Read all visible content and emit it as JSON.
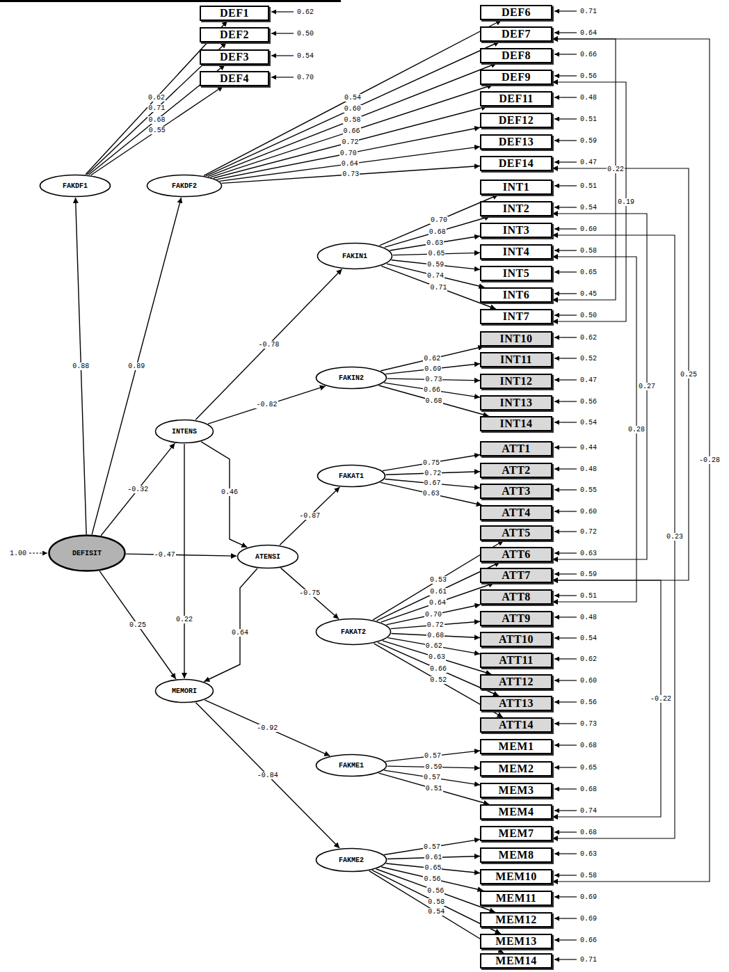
{
  "diagram": {
    "nodes": [
      {
        "text": [
          "DEF1"
        ]
      },
      {
        "text": [
          "DEF2"
        ]
      },
      {
        "text": [
          "DEF3"
        ]
      },
      {
        "text": [
          "DEF4"
        ]
      },
      {
        "text": [
          "DEF6"
        ]
      },
      {
        "text": [
          "DEF7"
        ]
      },
      {
        "text": [
          "DEF8"
        ]
      },
      {
        "text": [
          "DEF9"
        ]
      },
      {
        "text": [
          "DEF11"
        ]
      },
      {
        "text": [
          "DEF12"
        ]
      },
      {
        "text": [
          "DEF13"
        ]
      },
      {
        "text": [
          "DEF14"
        ]
      },
      {
        "text": [
          "INT1"
        ]
      },
      {
        "text": [
          "INT2"
        ]
      },
      {
        "text": [
          "INT3"
        ]
      },
      {
        "text": [
          "INT4"
        ]
      },
      {
        "text": [
          "INT5"
        ]
      },
      {
        "text": [
          "INT6"
        ]
      },
      {
        "text": [
          "INT7"
        ]
      },
      {
        "text": [
          "INT10"
        ]
      },
      {
        "text": [
          "INT11"
        ]
      },
      {
        "text": [
          "INT12"
        ]
      },
      {
        "text": [
          "INT13"
        ]
      },
      {
        "text": [
          "INT14"
        ]
      },
      {
        "text": [
          "ATT1"
        ]
      },
      {
        "text": [
          "ATT2"
        ]
      },
      {
        "text": [
          "ATT3"
        ]
      },
      {
        "text": [
          "ATT4"
        ]
      },
      {
        "text": [
          "ATT5"
        ]
      },
      {
        "text": [
          "ATT6"
        ]
      },
      {
        "text": [
          "ATT7"
        ]
      },
      {
        "text": [
          "ATT8"
        ]
      },
      {
        "text": [
          "ATT9"
        ]
      },
      {
        "text": [
          "ATT10"
        ]
      },
      {
        "text": [
          "ATT11"
        ]
      },
      {
        "text": [
          "ATT12"
        ]
      },
      {
        "text": [
          "ATT13"
        ]
      },
      {
        "text": [
          "ATT14"
        ]
      },
      {
        "text": [
          "MEM1"
        ]
      },
      {
        "text": [
          "MEM2"
        ]
      },
      {
        "text": [
          "MEM3"
        ]
      },
      {
        "text": [
          "MEM4"
        ]
      },
      {
        "text": [
          "MEM7"
        ]
      },
      {
        "text": [
          "MEM8"
        ]
      },
      {
        "text": [
          "MEM10"
        ]
      },
      {
        "text": [
          "MEM11"
        ]
      },
      {
        "text": [
          "MEM12"
        ]
      },
      {
        "text": [
          "MEM13"
        ]
      },
      {
        "text": [
          "MEM14"
        ]
      },
      {
        "text": [
          "FAKDF1"
        ]
      },
      {
        "text": [
          "FAKDF2"
        ]
      },
      {
        "text": [
          "FAKIN1"
        ]
      },
      {
        "text": [
          "FAKIN2"
        ]
      },
      {
        "text": [
          "INTENS"
        ]
      },
      {
        "text": [
          "FAKAT1"
        ]
      },
      {
        "text": [
          "ATENSI"
        ]
      },
      {
        "text": [
          "FAKAT2"
        ]
      },
      {
        "text": [
          "DEFISIT"
        ]
      },
      {
        "text": [
          "MEMORI"
        ]
      },
      {
        "text": [
          "FAKME1"
        ]
      },
      {
        "text": [
          "FAKME2"
        ]
      }
    ],
    "edges": [
      {
        "from": 57,
        "to": 49,
        "arrow": "to",
        "label": "0.88"
      },
      {
        "from": 57,
        "to": 50,
        "arrow": "to",
        "label": "0.89"
      },
      {
        "from": 57,
        "to": 53,
        "arrow": "to",
        "label": "-0.32"
      },
      {
        "from": 57,
        "to": 55,
        "arrow": "to",
        "label": "-0.47"
      },
      {
        "from": 57,
        "to": 58,
        "arrow": "to",
        "label": "0.25"
      },
      {
        "from": 53,
        "to": 51,
        "arrow": "to",
        "label": "-0.78"
      },
      {
        "from": 53,
        "to": 52,
        "arrow": "to",
        "label": "-0.82"
      },
      {
        "from": 53,
        "to": 55,
        "arrow": "to",
        "label": "0.46"
      },
      {
        "from": 53,
        "to": 58,
        "arrow": "to",
        "label": "0.22"
      },
      {
        "from": 55,
        "to": 58,
        "arrow": "to",
        "label": "0.64"
      },
      {
        "from": 55,
        "to": 54,
        "arrow": "to",
        "label": "-0.87"
      },
      {
        "from": 55,
        "to": 56,
        "arrow": "to",
        "label": "-0.75"
      },
      {
        "from": 58,
        "to": 59,
        "arrow": "to",
        "label": "-0.92"
      },
      {
        "from": 58,
        "to": 60,
        "arrow": "to",
        "label": "-0.84"
      },
      {
        "from": 49,
        "to": 0,
        "arrow": "to",
        "label": "0.62"
      },
      {
        "from": 49,
        "to": 1,
        "arrow": "to",
        "label": "0.71"
      },
      {
        "from": 49,
        "to": 2,
        "arrow": "to",
        "label": "0.68"
      },
      {
        "from": 49,
        "to": 3,
        "arrow": "to",
        "label": "0.55"
      },
      {
        "from": 50,
        "to": 4,
        "arrow": "to",
        "label": "0.54"
      },
      {
        "from": 50,
        "to": 5,
        "arrow": "to",
        "label": "0.60"
      },
      {
        "from": 50,
        "to": 6,
        "arrow": "to",
        "label": "0.58"
      },
      {
        "from": 50,
        "to": 7,
        "arrow": "to",
        "label": "0.66"
      },
      {
        "from": 50,
        "to": 8,
        "arrow": "to",
        "label": "0.72"
      },
      {
        "from": 50,
        "to": 9,
        "arrow": "to",
        "label": "0.70"
      },
      {
        "from": 50,
        "to": 10,
        "arrow": "to",
        "label": "0.64"
      },
      {
        "from": 50,
        "to": 11,
        "arrow": "to",
        "label": "0.73"
      },
      {
        "from": 51,
        "to": 12,
        "arrow": "to",
        "label": "0.70"
      },
      {
        "from": 51,
        "to": 13,
        "arrow": "to",
        "label": "0.68"
      },
      {
        "from": 51,
        "to": 14,
        "arrow": "to",
        "label": "0.63"
      },
      {
        "from": 51,
        "to": 15,
        "arrow": "to",
        "label": "0.65"
      },
      {
        "from": 51,
        "to": 16,
        "arrow": "to",
        "label": "0.59"
      },
      {
        "from": 51,
        "to": 17,
        "arrow": "to",
        "label": "0.74"
      },
      {
        "from": 51,
        "to": 18,
        "arrow": "to",
        "label": "0.71"
      },
      {
        "from": 52,
        "to": 19,
        "arrow": "to",
        "label": "0.62"
      },
      {
        "from": 52,
        "to": 20,
        "arrow": "to",
        "label": "0.69"
      },
      {
        "from": 52,
        "to": 21,
        "arrow": "to",
        "label": "0.73"
      },
      {
        "from": 52,
        "to": 22,
        "arrow": "to",
        "label": "0.66"
      },
      {
        "from": 52,
        "to": 23,
        "arrow": "to",
        "label": "0.68"
      },
      {
        "from": 54,
        "to": 24,
        "arrow": "to",
        "label": "0.75"
      },
      {
        "from": 54,
        "to": 25,
        "arrow": "to",
        "label": "0.72"
      },
      {
        "from": 54,
        "to": 26,
        "arrow": "to",
        "label": "0.67"
      },
      {
        "from": 54,
        "to": 27,
        "arrow": "to",
        "label": "0.63"
      },
      {
        "from": 56,
        "to": 28,
        "arrow": "to",
        "label": "0.53"
      },
      {
        "from": 56,
        "to": 29,
        "arrow": "to",
        "label": "0.61"
      },
      {
        "from": 56,
        "to": 30,
        "arrow": "to",
        "label": "0.64"
      },
      {
        "from": 56,
        "to": 31,
        "arrow": "to",
        "label": "0.70"
      },
      {
        "from": 56,
        "to": 32,
        "arrow": "to",
        "label": "0.72"
      },
      {
        "from": 56,
        "to": 33,
        "arrow": "to",
        "label": "0.68"
      },
      {
        "from": 56,
        "to": 34,
        "arrow": "to",
        "label": "0.62"
      },
      {
        "from": 56,
        "to": 35,
        "arrow": "to",
        "label": "0.63"
      },
      {
        "from": 56,
        "to": 36,
        "arrow": "to",
        "label": "0.66"
      },
      {
        "from": 56,
        "to": 37,
        "arrow": "to",
        "label": "0.52"
      },
      {
        "from": 59,
        "to": 38,
        "arrow": "to",
        "label": "0.57"
      },
      {
        "from": 59,
        "to": 39,
        "arrow": "to",
        "label": "0.59"
      },
      {
        "from": 59,
        "to": 40,
        "arrow": "to",
        "label": "0.57"
      },
      {
        "from": 59,
        "to": 41,
        "arrow": "to",
        "label": "0.51"
      },
      {
        "from": 60,
        "to": 42,
        "arrow": "to",
        "label": "0.57"
      },
      {
        "from": 60,
        "to": 43,
        "arrow": "to",
        "label": "0.61"
      },
      {
        "from": 60,
        "to": 44,
        "arrow": "to",
        "label": "0.65"
      },
      {
        "from": 60,
        "to": 45,
        "arrow": "to",
        "label": "0.56"
      },
      {
        "from": 60,
        "to": 46,
        "arrow": "to",
        "label": "0.56"
      },
      {
        "from": 60,
        "to": 47,
        "arrow": "to",
        "label": "0.58"
      },
      {
        "from": 60,
        "to": 48,
        "arrow": "to",
        "label": "0.54"
      },
      {
        "from": 5,
        "to": 17,
        "arrow": "both",
        "label": "0.22"
      },
      {
        "from": 7,
        "to": 18,
        "arrow": "both",
        "label": "0.19"
      },
      {
        "from": 11,
        "to": 30,
        "arrow": "both",
        "label": "0.25"
      },
      {
        "from": 5,
        "to": 44,
        "arrow": "both",
        "label": "-0.28"
      },
      {
        "from": 13,
        "to": 29,
        "arrow": "both",
        "label": "0.27"
      },
      {
        "from": 15,
        "to": 31,
        "arrow": "both",
        "label": "0.28"
      },
      {
        "from": 30,
        "to": 41,
        "arrow": "both",
        "label": "-0.22"
      },
      {
        "from": 14,
        "to": 42,
        "arrow": "both",
        "label": "0.23"
      }
    ],
    "labels": [
      "1.00",
      "0.62",
      "0.50",
      "0.54",
      "0.70",
      "0.71",
      "0.64",
      "0.66",
      "0.56",
      "0.48",
      "0.51",
      "0.59",
      "0.47",
      "0.51",
      "0.54",
      "0.60",
      "0.58",
      "0.65",
      "0.45",
      "0.50",
      "0.62",
      "0.52",
      "0.47",
      "0.56",
      "0.54",
      "0.44",
      "0.48",
      "0.55",
      "0.60",
      "0.72",
      "0.63",
      "0.59",
      "0.51",
      "0.48",
      "0.54",
      "0.62",
      "0.60",
      "0.56",
      "0.73",
      "0.68",
      "0.65",
      "0.68",
      "0.74",
      "0.68",
      "0.63",
      "0.58",
      "0.69",
      "0.69",
      "0.66",
      "0.71"
    ]
  }
}
